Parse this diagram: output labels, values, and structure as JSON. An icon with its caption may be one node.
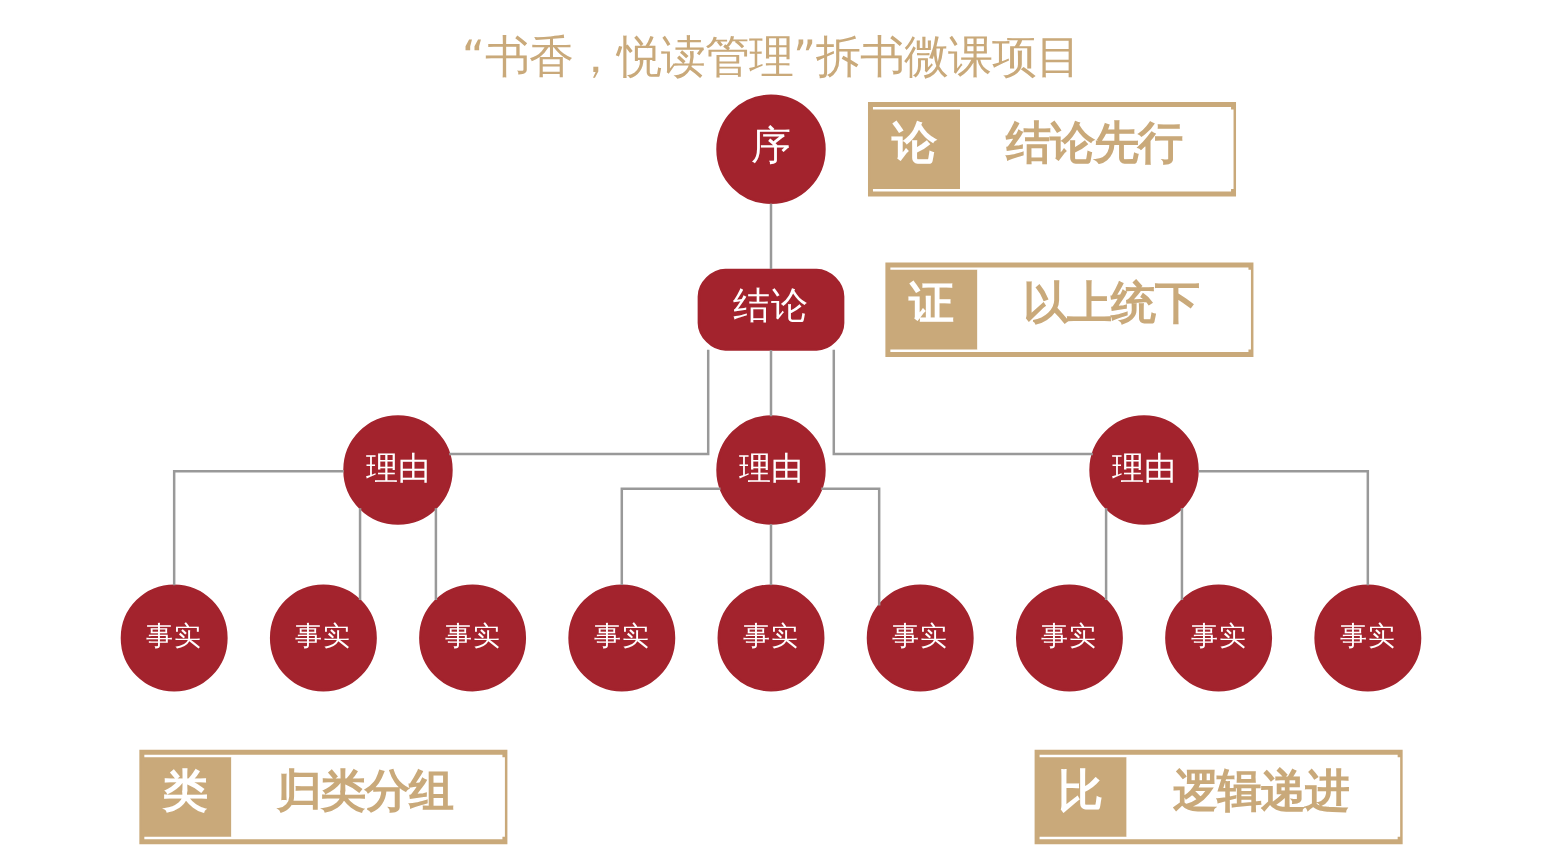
{
  "diagram": {
    "title": "“书香，悦读管理”拆书微课项目",
    "nodes": [
      {
        "text": [
          "序"
        ]
      },
      {
        "text": [
          "结论"
        ]
      },
      {
        "text": [
          "理由"
        ]
      },
      {
        "text": [
          "理由"
        ]
      },
      {
        "text": [
          "理由"
        ]
      },
      {
        "text": [
          "事实"
        ]
      },
      {
        "text": [
          "事实"
        ]
      },
      {
        "text": [
          "事实"
        ]
      },
      {
        "text": [
          "事实"
        ]
      },
      {
        "text": [
          "事实"
        ]
      },
      {
        "text": [
          "事实"
        ]
      },
      {
        "text": [
          "事实"
        ]
      },
      {
        "text": [
          "事实"
        ]
      },
      {
        "text": [
          "事实"
        ]
      },
      {
        "text": [
          "论",
          "结论先行"
        ]
      },
      {
        "text": [
          "证",
          "以上统下"
        ]
      },
      {
        "text": [
          "类",
          "归类分组"
        ]
      },
      {
        "text": [
          "比",
          "逻辑递进"
        ]
      }
    ],
    "edges": [
      {
        "from": 0,
        "to": 1,
        "arrow": "none"
      },
      {
        "from": 1,
        "to": 2,
        "arrow": "none"
      },
      {
        "from": 1,
        "to": 3,
        "arrow": "none"
      },
      {
        "from": 1,
        "to": 4,
        "arrow": "none"
      },
      {
        "from": 2,
        "to": 5,
        "arrow": "none"
      },
      {
        "from": 2,
        "to": 6,
        "arrow": "none"
      },
      {
        "from": 2,
        "to": 7,
        "arrow": "none"
      },
      {
        "from": 3,
        "to": 8,
        "arrow": "none"
      },
      {
        "from": 3,
        "to": 9,
        "arrow": "none"
      },
      {
        "from": 3,
        "to": 10,
        "arrow": "none"
      },
      {
        "from": 4,
        "to": 11,
        "arrow": "none"
      },
      {
        "from": 4,
        "to": 12,
        "arrow": "none"
      },
      {
        "from": 4,
        "to": 13,
        "arrow": "none"
      }
    ]
  }
}
